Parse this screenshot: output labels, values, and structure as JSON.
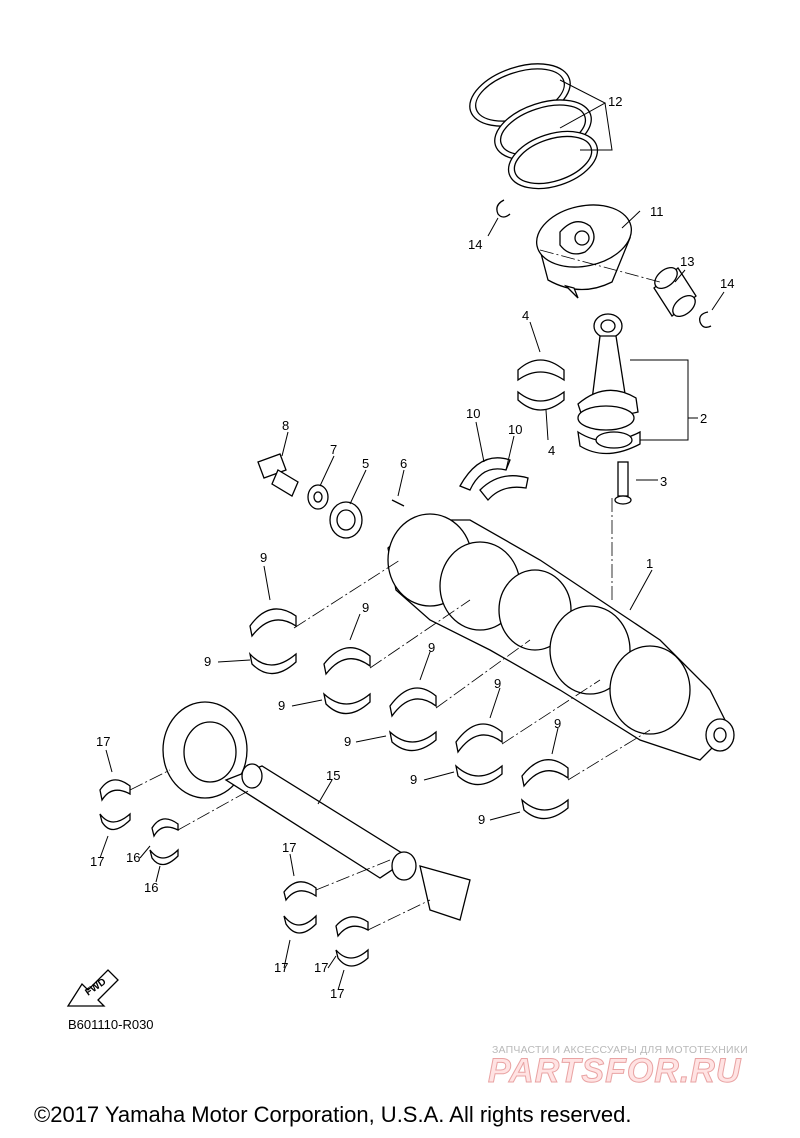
{
  "diagram": {
    "reference_code": "B601110-R030",
    "copyright": "©2017 Yamaha Motor Corporation, U.S.A. All rights reserved.",
    "fwd_label": "FWD",
    "watermark": {
      "tagline": "ЗАПЧАСТИ И АКСЕССУАРЫ ДЛЯ МОТОТЕХНИКИ",
      "brand": "PARTSFOR.RU"
    },
    "callouts": [
      "1",
      "2",
      "3",
      "4",
      "4",
      "5",
      "6",
      "7",
      "8",
      "9",
      "9",
      "9",
      "9",
      "9",
      "9",
      "9",
      "9",
      "9",
      "9",
      "10",
      "10",
      "11",
      "12",
      "13",
      "14",
      "14",
      "15",
      "16",
      "16",
      "17",
      "17",
      "17",
      "17",
      "17",
      "17"
    ]
  }
}
